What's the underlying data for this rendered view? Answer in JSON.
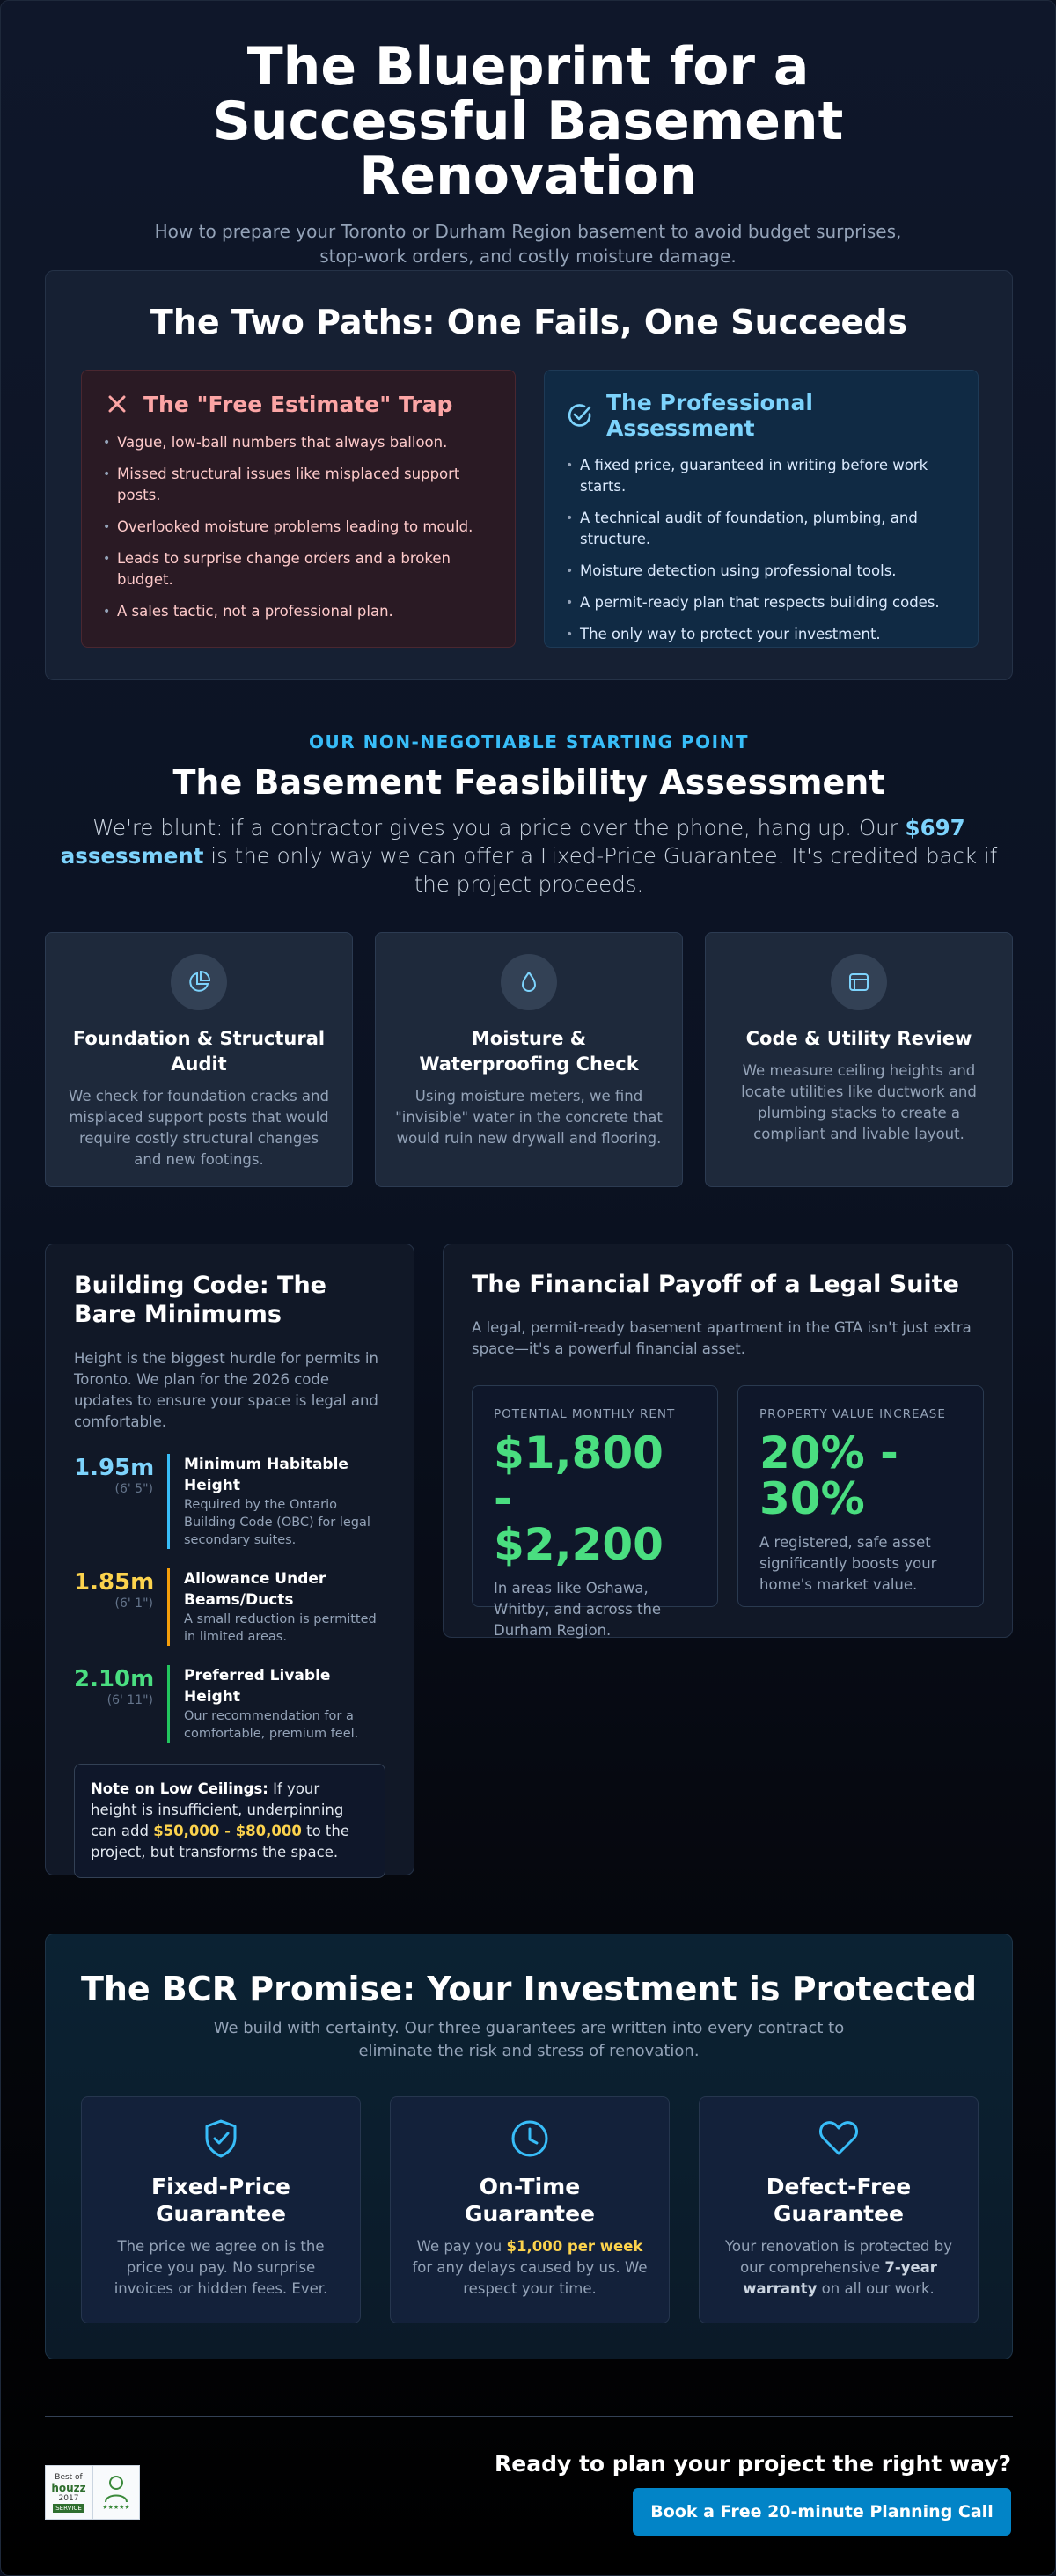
{
  "hero": {
    "title": "The Blueprint for a Successful Basement Renovation",
    "subtitle": "How to prepare your Toronto or Durham Region basement to avoid budget surprises, stop-work orders, and costly moisture damage."
  },
  "paths": {
    "title": "The Two Paths: One Fails, One Succeeds",
    "bad": {
      "icon": "x-icon",
      "title": "The \"Free Estimate\" Trap",
      "items": [
        "Vague, low-ball numbers that always balloon.",
        "Missed structural issues like misplaced support posts.",
        "Overlooked moisture problems leading to mould.",
        "Leads to surprise change orders and a broken budget.",
        "A sales tactic, not a professional plan."
      ]
    },
    "good": {
      "icon": "check-circle-icon",
      "title": "The Professional Assessment",
      "items": [
        "A fixed price, guaranteed in writing before work starts.",
        "A technical audit of foundation, plumbing, and structure.",
        "Moisture detection using professional tools.",
        "A permit-ready plan that respects building codes.",
        "The only way to protect your investment."
      ]
    }
  },
  "assessment": {
    "eyebrow": "OUR NON-NEGOTIABLE STARTING POINT",
    "title": "The Basement Feasibility Assessment",
    "lead_before": "We're blunt: if a contractor gives you a price over the phone, hang up. Our ",
    "lead_highlight": "$697 assessment",
    "lead_after": " is the only way we can offer a Fixed-Price Guarantee. It's credited back if the project proceeds.",
    "features": [
      {
        "icon": "pie-chart-icon",
        "title": "Foundation & Structural Audit",
        "text": "We check for foundation cracks and misplaced support posts that would require costly structural changes and new footings."
      },
      {
        "icon": "droplet-icon",
        "title": "Moisture & Waterproofing Check",
        "text": "Using moisture meters, we find \"invisible\" water in the concrete that would ruin new drywall and flooring."
      },
      {
        "icon": "duct-icon",
        "title": "Code & Utility Review",
        "text": "We measure ceiling heights and locate utilities like ductwork and plumbing stacks to create a compliant and livable layout."
      }
    ]
  },
  "code": {
    "title": "Building Code: The Bare Minimums",
    "intro": "Height is the biggest hurdle for permits in Toronto. We plan for the 2026 code updates to ensure your space is legal and comfortable.",
    "rows": [
      {
        "metric": "1.95m",
        "imperial": "(6' 5\")",
        "title": "Minimum Habitable Height",
        "desc": "Required by the Ontario Building Code (OBC) for legal secondary suites.",
        "color": "#7dd3fc",
        "bar": "#38bdf8"
      },
      {
        "metric": "1.85m",
        "imperial": "(6' 1\")",
        "title": "Allowance Under Beams/Ducts",
        "desc": "A small reduction is permitted in limited areas.",
        "color": "#fcd34d",
        "bar": "#f59e0b"
      },
      {
        "metric": "2.10m",
        "imperial": "(6' 11\")",
        "title": "Preferred Livable Height",
        "desc": "Our recommendation for a comfortable, premium feel.",
        "color": "#4ade80",
        "bar": "#22c55e"
      }
    ],
    "note_label": "Note on Low Ceilings:",
    "note_before": " If your height is insufficient, underpinning can add ",
    "note_amount": "$50,000 - $80,000",
    "note_after": " to the project, but transforms the space."
  },
  "financial": {
    "title": "The Financial Payoff of a Legal Suite",
    "intro": "A legal, permit-ready basement apartment in the GTA isn't just extra space—it's a powerful financial asset.",
    "stats": [
      {
        "label": "POTENTIAL MONTHLY RENT",
        "value": "$1,800 - $2,200",
        "desc": "In areas like Oshawa, Whitby, and across the Durham Region."
      },
      {
        "label": "PROPERTY VALUE INCREASE",
        "value": "20% - 30%",
        "desc": "A registered, safe asset significantly boosts your home's market value."
      }
    ]
  },
  "promise": {
    "title": "The BCR Promise: Your Investment is Protected",
    "subtitle": "We build with certainty. Our three guarantees are written into every contract to eliminate the risk and stress of renovation.",
    "cards": [
      {
        "icon": "shield-check-icon",
        "title": "Fixed-Price Guarantee",
        "text": "The price we agree on is the price you pay. No surprise invoices or hidden fees. Ever."
      },
      {
        "icon": "clock-icon",
        "title": "On-Time Guarantee",
        "text_before": "We pay you ",
        "text_highlight": "$1,000 per week",
        "text_after": " for any delays caused by us. We respect your time."
      },
      {
        "icon": "heart-icon",
        "title": "Defect-Free Guarantee",
        "text_before": "Your renovation is protected by our comprehensive ",
        "text_highlight": "7-year warranty",
        "text_after": " on all our work."
      }
    ]
  },
  "footer": {
    "badge1": {
      "line1": "Best of",
      "line2": "houzz",
      "line3": "2017",
      "line4": "SERVICE"
    },
    "badge2": {
      "stars": "★★★★★"
    },
    "cta_text": "Ready to plan your project the right way?",
    "cta_button": "Book a Free 20-minute Planning Call"
  },
  "colors": {
    "accent": "#38bdf8",
    "success": "#4ade80",
    "warning": "#fcd34d",
    "danger": "#fca5a5",
    "button": "#0284c7"
  }
}
